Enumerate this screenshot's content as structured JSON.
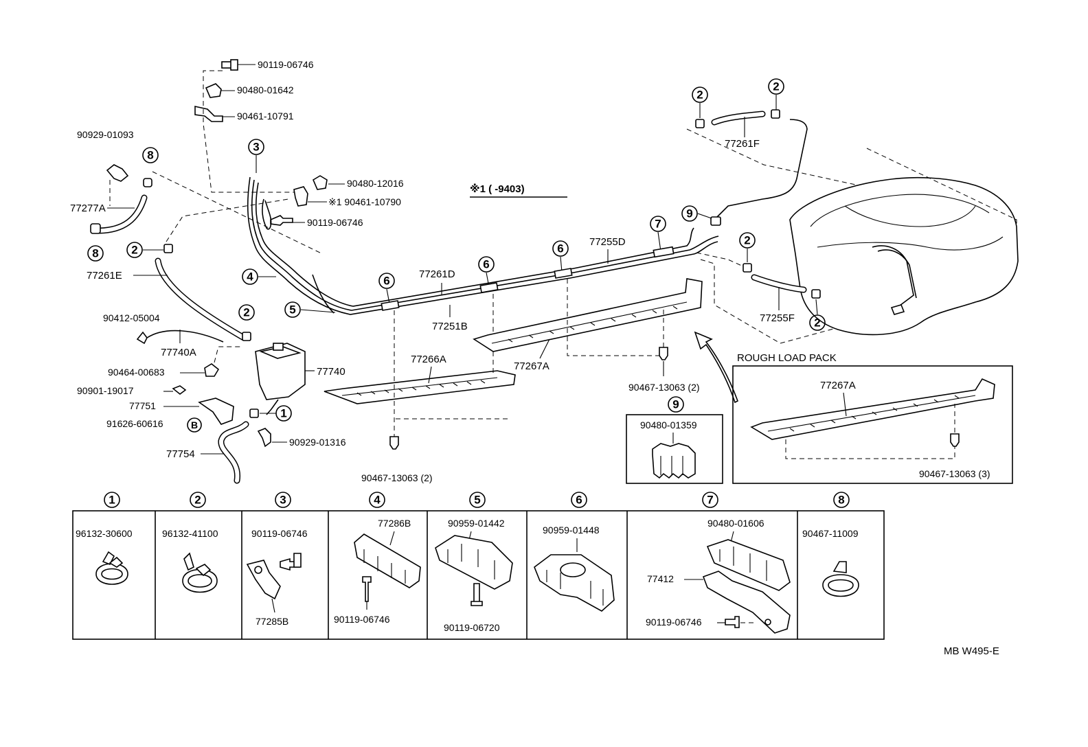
{
  "note": {
    "mark": "※1",
    "text": "※1 (  -9403)"
  },
  "labels": {
    "p_90119_06746_top": "90119-06746",
    "p_90480_01642": "90480-01642",
    "p_90461_10791": "90461-10791",
    "p_90929_01093": "90929-01093",
    "p_77277A": "77277A",
    "p_90480_12016": "90480-12016",
    "p_90461_10790": "※1 90461-10790",
    "p_90119_06746_mid": "90119-06746",
    "p_77261E": "77261E",
    "p_90412_05004": "90412-05004",
    "p_77740A": "77740A",
    "p_90464_00683": "90464-00683",
    "p_77740": "77740",
    "p_90901_19017": "90901-19017",
    "p_77751": "77751",
    "p_91626_60616": "91626-60616",
    "p_77754": "77754",
    "p_90929_01316": "90929-01316",
    "p_77261D": "77261D",
    "p_77251B": "77251B",
    "p_77266A": "77266A",
    "p_90467_13063_a": "90467-13063 (2)",
    "p_77255D": "77255D",
    "p_77267A": "77267A",
    "p_90467_13063_b": "90467-13063 (2)",
    "p_77261F": "77261F",
    "p_77255F": "77255F",
    "rough_title": "ROUGH LOAD PACK",
    "p_77267A_rough": "77267A",
    "p_90467_13063_c": "90467-13063 (3)",
    "box9_part": "90480-01359",
    "footer_code": "MB W495-E"
  },
  "callouts": {
    "c1": "1",
    "c2": "2",
    "c3": "3",
    "c4": "4",
    "c5": "5",
    "c6": "6",
    "c7": "7",
    "c8": "8",
    "c9": "9",
    "cB": "B"
  },
  "legend": [
    {
      "num": "1",
      "parts": [
        "96132-30600"
      ]
    },
    {
      "num": "2",
      "parts": [
        "96132-41100"
      ]
    },
    {
      "num": "3",
      "parts": [
        "90119-06746",
        "77285B"
      ]
    },
    {
      "num": "4",
      "parts": [
        "77286B",
        "90119-06746"
      ]
    },
    {
      "num": "5",
      "parts": [
        "90959-01442",
        "90119-06720"
      ]
    },
    {
      "num": "6",
      "parts": [
        "90959-01448"
      ]
    },
    {
      "num": "7",
      "parts": [
        "90480-01606",
        "77412",
        "90119-06746"
      ]
    },
    {
      "num": "8",
      "parts": [
        "90467-11009"
      ]
    }
  ]
}
